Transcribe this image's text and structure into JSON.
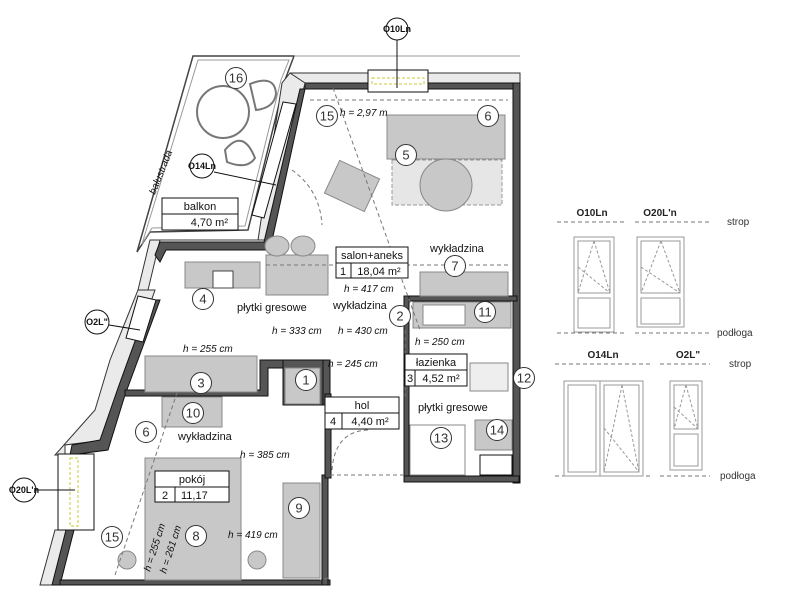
{
  "rooms": {
    "salon": {
      "name": "salon+aneks",
      "no": "1",
      "area": "18,04 m²"
    },
    "pokoj": {
      "name": "pokój",
      "no": "2",
      "area": "11,17"
    },
    "lazienka": {
      "name": "łazienka",
      "no": "3",
      "area": "4,52 m²"
    },
    "hol": {
      "name": "hol",
      "no": "4",
      "area": "4,40 m²"
    },
    "balkon": {
      "name": "balkon",
      "area": "4,70 m²"
    }
  },
  "floor_labels": [
    "wykładzina",
    "płytki gresowe",
    "wykładzina",
    "płytki gresowe",
    "wykładzina"
  ],
  "heights": [
    "h = 2,97 m",
    "h = 417 cm",
    "h = 333 cm",
    "h = 430 cm",
    "h = 255 cm",
    "h = 250 cm",
    "h = 245 cm",
    "h = 385 cm",
    "h = 419 cm",
    "h = 255 cm",
    "h = 261 cm"
  ],
  "balustrade": "balustrada",
  "furniture_numbers": [
    "16",
    "15",
    "6",
    "5",
    "7",
    "4",
    "2",
    "11",
    "1",
    "3",
    "12",
    "10",
    "6",
    "14",
    "13",
    "9",
    "8",
    "15"
  ],
  "window_tags": [
    "O10Ln",
    "O14Ln",
    "O2L\"",
    "O20L'n"
  ],
  "legend": {
    "top": {
      "windows": [
        "O10Ln",
        "O20L'n"
      ],
      "ceiling": "strop",
      "floor": "podłoga"
    },
    "bottom": {
      "windows": [
        "O14Ln",
        "O2L\""
      ],
      "ceiling": "strop",
      "floor": "podłoga"
    }
  }
}
